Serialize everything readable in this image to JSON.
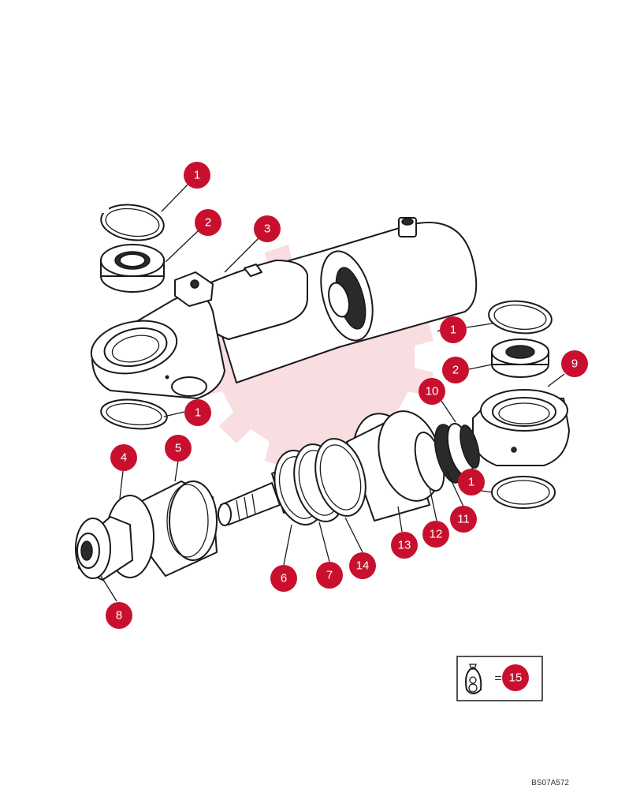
{
  "diagram": {
    "drawing_code": "BS07A572",
    "kit_legend": {
      "symbol": "=",
      "number": "15",
      "icon": "seal-kit-bag-icon"
    },
    "callout_color": "#c8102e",
    "callouts": [
      {
        "id": "c1a",
        "label": "1"
      },
      {
        "id": "c2a",
        "label": "2"
      },
      {
        "id": "c3",
        "label": "3"
      },
      {
        "id": "c1b",
        "label": "1"
      },
      {
        "id": "c2b",
        "label": "2"
      },
      {
        "id": "c9",
        "label": "9"
      },
      {
        "id": "c10",
        "label": "10"
      },
      {
        "id": "c1c",
        "label": "1"
      },
      {
        "id": "c4",
        "label": "4"
      },
      {
        "id": "c5",
        "label": "5"
      },
      {
        "id": "c1d",
        "label": "1"
      },
      {
        "id": "c11",
        "label": "11"
      },
      {
        "id": "c12",
        "label": "12"
      },
      {
        "id": "c13",
        "label": "13"
      },
      {
        "id": "c14",
        "label": "14"
      },
      {
        "id": "c7",
        "label": "7"
      },
      {
        "id": "c6",
        "label": "6"
      },
      {
        "id": "c8",
        "label": "8"
      }
    ]
  }
}
